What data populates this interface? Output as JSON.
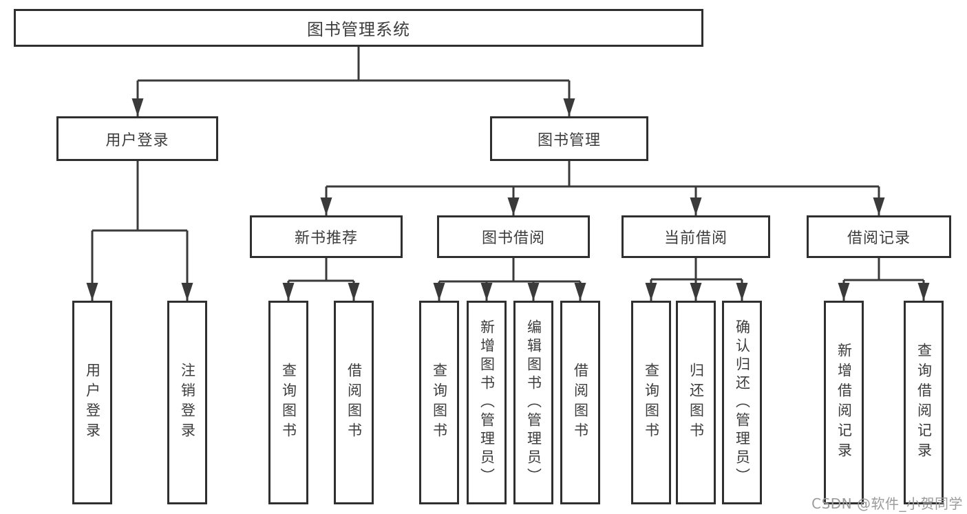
{
  "tree": {
    "root": {
      "label": "图书管理系统"
    },
    "branches": [
      {
        "label": "用户登录",
        "children": [
          {
            "label": "用户登录"
          },
          {
            "label": "注销登录"
          }
        ]
      },
      {
        "label": "图书管理",
        "children": [
          {
            "label": "新书推荐",
            "children": [
              {
                "label": "查询图书"
              },
              {
                "label": "借阅图书"
              }
            ]
          },
          {
            "label": "图书借阅",
            "children": [
              {
                "label": "查询图书"
              },
              {
                "label": "新增图书（管理员）"
              },
              {
                "label": "编辑图书（管理员）"
              },
              {
                "label": "借阅图书"
              }
            ]
          },
          {
            "label": "当前借阅",
            "children": [
              {
                "label": "查询图书"
              },
              {
                "label": "归还图书"
              },
              {
                "label": "确认归还（管理员）"
              }
            ]
          },
          {
            "label": "借阅记录",
            "children": [
              {
                "label": "新增借阅记录"
              },
              {
                "label": "查询借阅记录"
              }
            ]
          }
        ]
      }
    ]
  },
  "watermark": {
    "text": "CSDN @软件_小贺同学"
  },
  "colors": {
    "line": "#3a3a3a",
    "border": "#2f2f2f",
    "text": "#3d3d3d",
    "watermark_text": "#9b9b9b",
    "background": "#ffffff"
  }
}
